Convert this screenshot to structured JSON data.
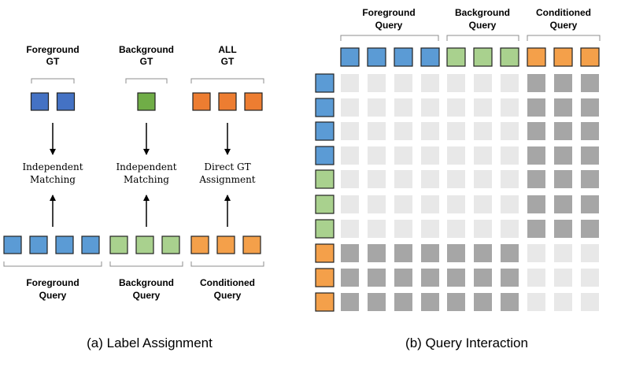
{
  "colors": {
    "foreground": "#5b9bd5",
    "foreground_gt": "#4472c4",
    "background": "#a9d18e",
    "background_gt": "#70ad47",
    "conditioned": "#f4a04a",
    "conditioned_gt": "#ed7d31",
    "masked": "#a6a6a6",
    "visible": "#e8e8e8"
  },
  "panel_a": {
    "caption": "(a) Label Assignment",
    "columns": [
      {
        "gt_label_1": "Foreground",
        "gt_label_2": "GT",
        "gt_count": 2,
        "gt_color": "#4472c4",
        "process_1": "Independent",
        "process_2": "Matching",
        "query_count": 4,
        "query_color": "#5b9bd5",
        "query_label_1": "Foreground",
        "query_label_2": "Query"
      },
      {
        "gt_label_1": "Background",
        "gt_label_2": "GT",
        "gt_count": 1,
        "gt_color": "#70ad47",
        "process_1": "Independent",
        "process_2": "Matching",
        "query_count": 3,
        "query_color": "#a9d18e",
        "query_label_1": "Background",
        "query_label_2": "Query"
      },
      {
        "gt_label_1": "ALL",
        "gt_label_2": "GT",
        "gt_count": 3,
        "gt_color": "#ed7d31",
        "process_1": "Direct GT",
        "process_2": "Assignment",
        "query_count": 3,
        "query_color": "#f4a04a",
        "query_label_1": "Conditioned",
        "query_label_2": "Query"
      }
    ]
  },
  "panel_b": {
    "caption": "(b) Query Interaction",
    "groups": [
      {
        "label_1": "Foreground",
        "label_2": "Query",
        "count": 4,
        "color": "#5b9bd5"
      },
      {
        "label_1": "Background",
        "label_2": "Query",
        "count": 3,
        "color": "#a9d18e"
      },
      {
        "label_1": "Conditioned",
        "label_2": "Query",
        "count": 3,
        "color": "#f4a04a"
      }
    ],
    "mask_matrix": [
      [
        0,
        0,
        0,
        0,
        0,
        0,
        0,
        1,
        1,
        1
      ],
      [
        0,
        0,
        0,
        0,
        0,
        0,
        0,
        1,
        1,
        1
      ],
      [
        0,
        0,
        0,
        0,
        0,
        0,
        0,
        1,
        1,
        1
      ],
      [
        0,
        0,
        0,
        0,
        0,
        0,
        0,
        1,
        1,
        1
      ],
      [
        0,
        0,
        0,
        0,
        0,
        0,
        0,
        1,
        1,
        1
      ],
      [
        0,
        0,
        0,
        0,
        0,
        0,
        0,
        1,
        1,
        1
      ],
      [
        0,
        0,
        0,
        0,
        0,
        0,
        0,
        1,
        1,
        1
      ],
      [
        1,
        1,
        1,
        1,
        1,
        1,
        1,
        0,
        0,
        0
      ],
      [
        1,
        1,
        1,
        1,
        1,
        1,
        1,
        0,
        0,
        0
      ],
      [
        1,
        1,
        1,
        1,
        1,
        1,
        1,
        0,
        0,
        0
      ]
    ]
  }
}
